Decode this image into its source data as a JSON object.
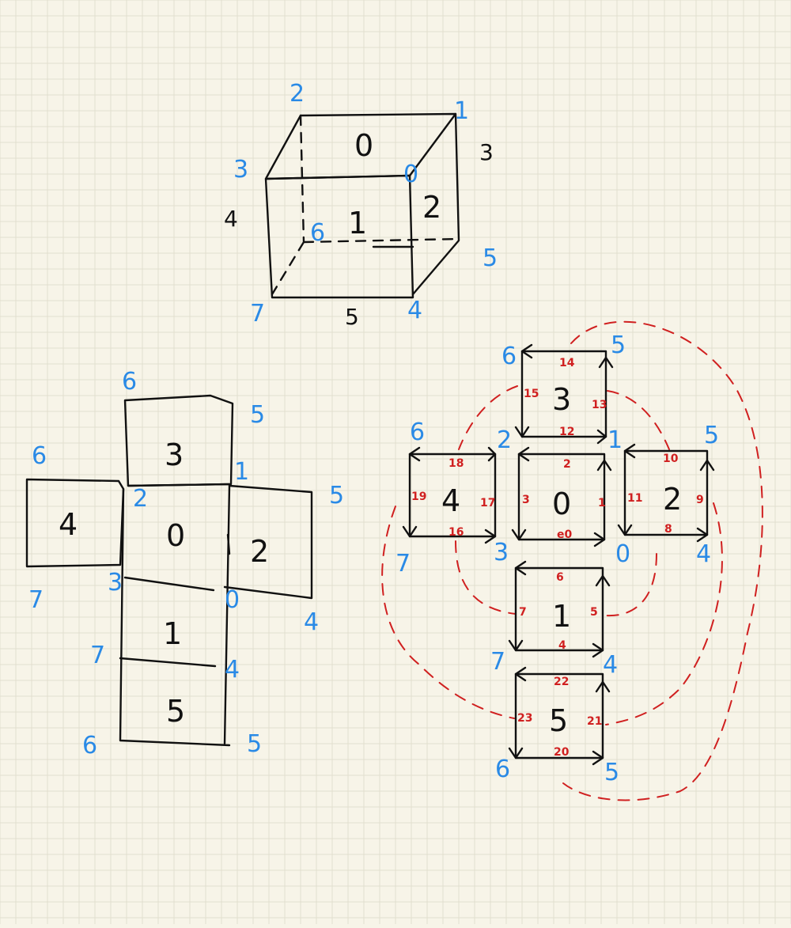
{
  "colors": {
    "background": "#f7f4e8",
    "grid": "#e2dfcf",
    "ink": "#111111",
    "vertex": "#2a8ae6",
    "edge": "#d02020"
  },
  "cube3d": {
    "faces": [
      "0",
      "1",
      "2"
    ],
    "vertices": [
      "2",
      "1",
      "3",
      "0",
      "6",
      "5",
      "7",
      "4"
    ],
    "dims": [
      "3",
      "4",
      "5"
    ]
  },
  "net_left": {
    "faces": [
      "3",
      "4",
      "0",
      "2",
      "1",
      "5"
    ],
    "vertices": [
      "6",
      "5",
      "6",
      "1",
      "5",
      "2",
      "3",
      "7",
      "0",
      "4",
      "7",
      "4",
      "6",
      "5"
    ]
  },
  "net_right": {
    "faces": [
      "3",
      "4",
      "0",
      "2",
      "1",
      "5"
    ],
    "vertices": [
      "6",
      "5",
      "6",
      "2",
      "1",
      "5",
      "7",
      "3",
      "0",
      "4",
      "7",
      "4",
      "6",
      "5"
    ],
    "edges": [
      "14",
      "15",
      "13",
      "12",
      "18",
      "19",
      "17",
      "16",
      "2",
      "3",
      "1",
      "e0",
      "10",
      "11",
      "9",
      "8",
      "6",
      "7",
      "5",
      "4",
      "22",
      "23",
      "21",
      "20"
    ]
  }
}
